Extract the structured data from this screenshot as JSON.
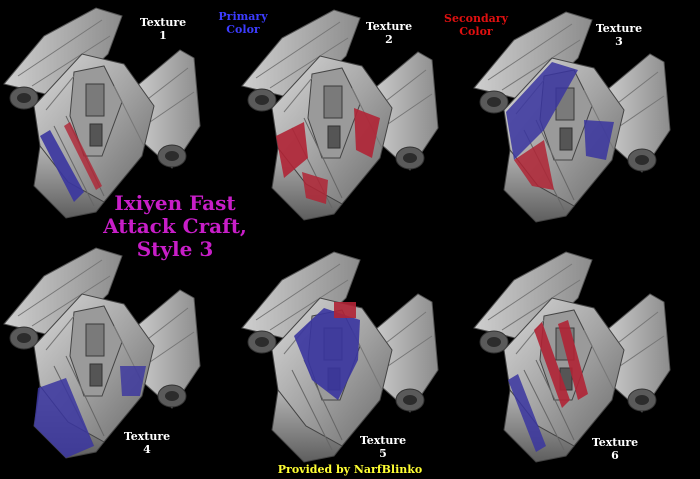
{
  "title": "Ixiyen Fast\nAttack Craft,\nStyle  3",
  "credit": "Provided by NarfBlinko",
  "labels": {
    "texture1": "Texture\n1",
    "primary": "Primary\nColor",
    "texture2": "Texture\n2",
    "secondary": "Secondary\nColor",
    "texture3": "Texture\n3",
    "texture4": "Texture\n4",
    "texture5": "Texture\n5",
    "texture6": "Texture\n6"
  },
  "colors": {
    "background": "#000000",
    "white_text": "#ffffff",
    "primary_text": "#3c3cff",
    "secondary_text": "#e01010",
    "title_text": "#c81ec8",
    "credit_text": "#ffff33",
    "hull": "#a8a8a8",
    "primary_paint": "#3a35a0",
    "secondary_paint": "#b02435"
  },
  "ships": [
    {
      "name": "ship-texture-1",
      "paint": "primary-stripes"
    },
    {
      "name": "ship-texture-2",
      "paint": "secondary-panels"
    },
    {
      "name": "ship-texture-3",
      "paint": "primary-and-secondary"
    },
    {
      "name": "ship-texture-4",
      "paint": "primary-nose"
    },
    {
      "name": "ship-texture-5",
      "paint": "primary-canopy"
    },
    {
      "name": "ship-texture-6",
      "paint": "secondary-stripes"
    }
  ]
}
